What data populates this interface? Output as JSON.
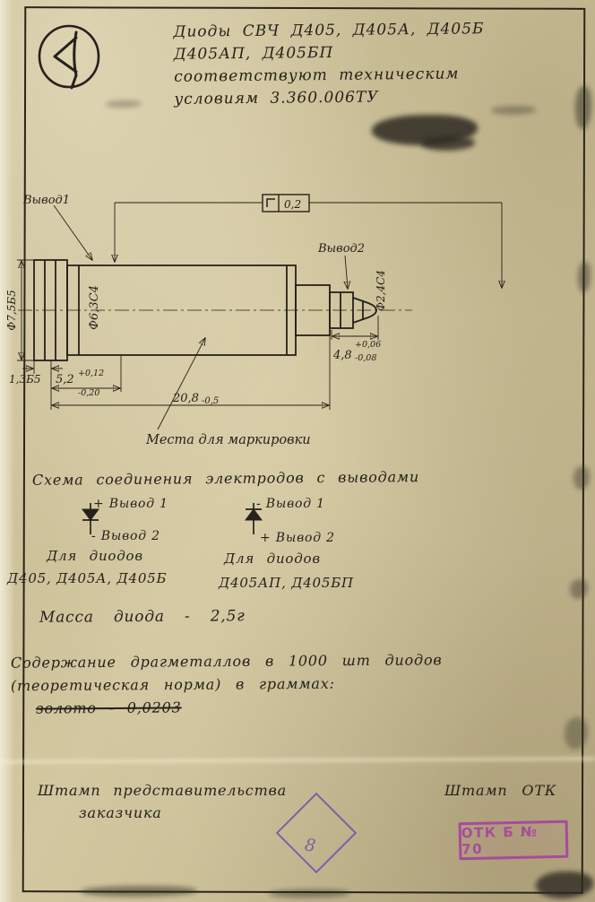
{
  "colors": {
    "paper": "#cfc39b",
    "ink": "#26211a",
    "stamp_violet": "#6f55a8",
    "stamp_magenta": "#a8449c"
  },
  "header": {
    "line1": "Диоды СВЧ Д405, Д405А, Д405Б",
    "line2": "Д405АП, Д405БП",
    "line3": "соответствуют техническим",
    "line4": "условиям 3.360.006ТУ"
  },
  "drawing": {
    "lead1_label": "Вывод1",
    "lead2_label": "Вывод2",
    "tolerance_value": "0,2",
    "dia_75": "Ф7,5Б5",
    "dia_63": "Ф6,3С4",
    "dia_24": "Ф2,4С4",
    "dim_13": "1,3Б5",
    "dim_52": "5,2",
    "dim_52_upper": "+0,12",
    "dim_52_lower": "-0,20",
    "dim_48": "4,8",
    "dim_48_upper": "+0,06",
    "dim_48_lower": "-0,08",
    "dim_208": "20,8",
    "dim_208_lower": "-0,5",
    "marking_note": "Места для маркировки"
  },
  "scheme": {
    "title": "Схема соединения электродов с выводами",
    "left": {
      "top": "+ Вывод 1",
      "bottom": "- Вывод 2",
      "cap1": "Для диодов",
      "cap2": "Д405, Д405А, Д405Б"
    },
    "right": {
      "top": "- Вывод 1",
      "bottom": "+ Вывод 2",
      "cap1": "Для диодов",
      "cap2": "Д405АП, Д405БП"
    }
  },
  "mass_line": "Масса диода - 2,5г",
  "metals": {
    "line1": "Содержание драгметаллов в 1000 шт диодов",
    "line2": "(теоретическая норма) в граммах:",
    "gold_line": "золото - 0,0203"
  },
  "stamps": {
    "customer_line1": "Штамп представительства",
    "customer_line2": "заказчика",
    "otk_label": "Штамп ОТК",
    "otk_stamp_text": "ОТК Б № 70",
    "diamond_mark": "8"
  }
}
